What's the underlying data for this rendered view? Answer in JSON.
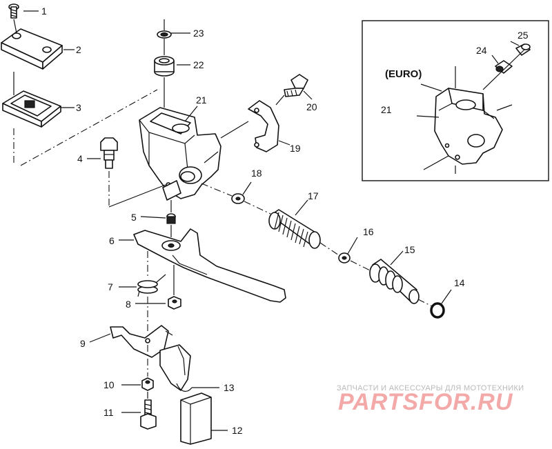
{
  "callouts": [
    "1",
    "2",
    "3",
    "4",
    "5",
    "6",
    "7",
    "8",
    "9",
    "10",
    "11",
    "12",
    "13",
    "14",
    "15",
    "16",
    "17",
    "18",
    "19",
    "20",
    "21",
    "22",
    "23",
    "24",
    "25"
  ],
  "inset": {
    "title": "(EURO)",
    "callout_21": "21",
    "callout_24": "24",
    "callout_25": "25"
  },
  "watermark": {
    "tagline": "ЗАПЧАСТИ И АКСЕССУАРЫ ДЛЯ МОТОТЕХНИКИ",
    "brand": "PARTSFOR.RU",
    "color": "#f4a9a9"
  }
}
